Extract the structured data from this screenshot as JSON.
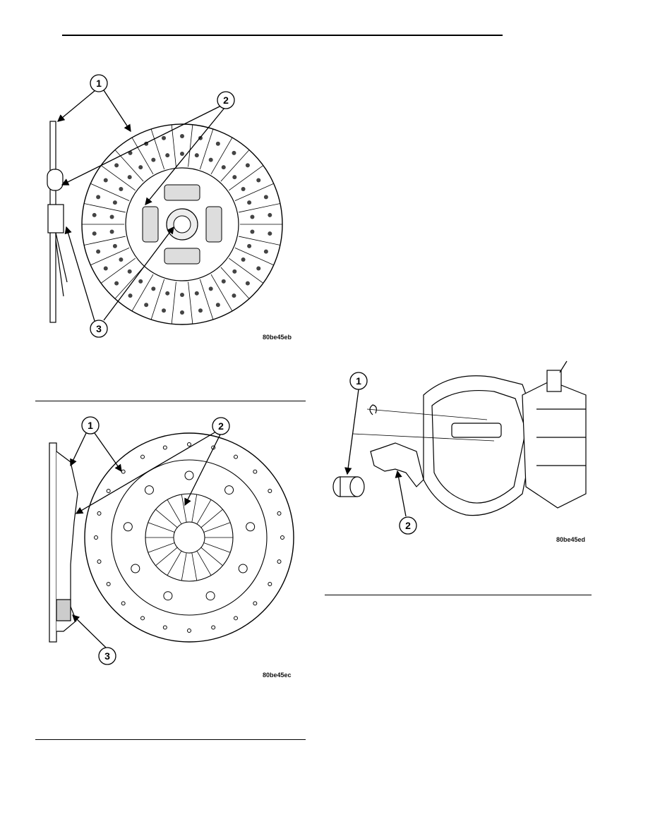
{
  "figures": [
    {
      "id": "clutch-disc",
      "code": "80be45eb",
      "callouts": [
        "1",
        "2",
        "3"
      ]
    },
    {
      "id": "pressure-plate",
      "code": "80be45ec",
      "callouts": [
        "1",
        "2",
        "3"
      ]
    },
    {
      "id": "release-bearing-fork",
      "code": "80be45ed",
      "callouts": [
        "1",
        "2"
      ]
    }
  ]
}
